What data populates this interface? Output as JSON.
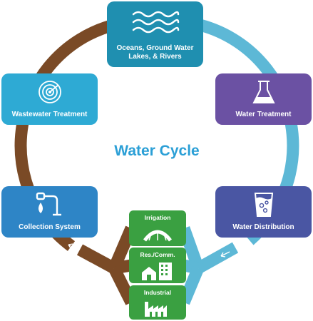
{
  "title": "Water Cycle",
  "nodes": {
    "oceans": "Oceans, Ground Water Lakes, & Rivers",
    "treatment": "Water Treatment",
    "distribution": "Water Distribution",
    "collection": "Collection System",
    "wastewater": "Wastewater Treatment"
  },
  "uses": {
    "irrigation": "Irrigation",
    "rescomm": "Res./Comm.",
    "industrial": "Industrial"
  },
  "colors": {
    "ring_blue": "#5db8d6",
    "ring_brown": "#7a4a26",
    "oceans": "#1f8fb0",
    "treatment": "#6b51a3",
    "distribution": "#4a56a3",
    "collection": "#2e85c6",
    "wastewater": "#2eaad4",
    "uses": "#3aa041",
    "title": "#2b9fd6"
  },
  "icons": {
    "oceans": "waves-icon",
    "treatment": "flask-icon",
    "distribution": "water-glass-icon",
    "collection": "pipe-icon",
    "wastewater": "radar-icon",
    "irrigation": "sprinkler-arc-icon",
    "rescomm": "buildings-icon",
    "industrial": "factory-icon"
  }
}
